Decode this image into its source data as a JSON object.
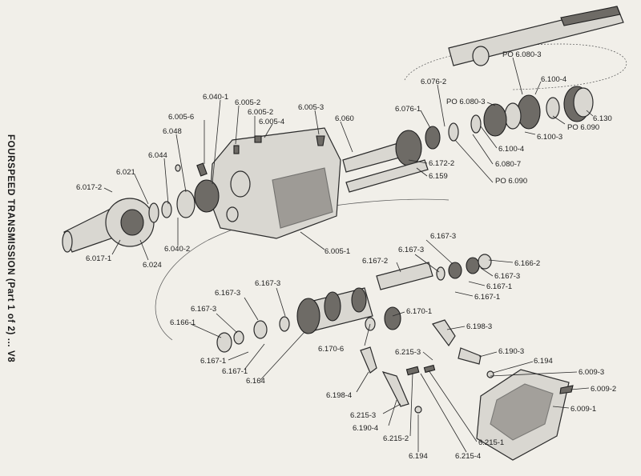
{
  "side_title": "FOURSPEED TRANSMISSION (Part 1 of 2) ... V8",
  "labels": {
    "l_6_017_2": "6.017-2",
    "l_6_021": "6.021",
    "l_6_044": "6.044",
    "l_6_048": "6.048",
    "l_6_005_6": "6.005-6",
    "l_6_040_1": "6.040-1",
    "l_6_005_2a": "6.005-2",
    "l_6_005_2b": "6.005-2",
    "l_6_005_4": "6.005-4",
    "l_6_005_3": "6.005-3",
    "l_6_060": "6.060",
    "l_6_076_1": "6.076-1",
    "l_6_076_2": "6.076-2",
    "l_po_6_080_3a": "PO 6.080-3",
    "l_po_6_080_3b": "PO 6.080-3",
    "l_6_100_4a": "6.100-4",
    "l_6_130": "6.130",
    "l_po_6_090a": "PO 6.090",
    "l_6_100_3": "6.100-3",
    "l_6_100_4b": "6.100-4",
    "l_6_080_7": "6.080-7",
    "l_po_6_090b": "PO 6.090",
    "l_6_172_2": "6.172-2",
    "l_6_159": "6.159",
    "l_6_017_1": "6.017-1",
    "l_6_024": "6.024",
    "l_6_040_2": "6.040-2",
    "l_6_005_1": "6.005-1",
    "l_6_167_3a": "6.167-3",
    "l_6_167_2": "6.167-2",
    "l_6_167_3b": "6.167-3",
    "l_6_166_2": "6.166-2",
    "l_6_167_3c": "6.167-3",
    "l_6_167_1a": "6.167-1",
    "l_6_167_1b": "6.167-1",
    "l_6_167_3d": "6.167-3",
    "l_6_167_3e": "6.167-3",
    "l_6_167_3f": "6.167-3",
    "l_6_170_1": "6.170-1",
    "l_6_166_1": "6.166-1",
    "l_6_198_3": "6.198-3",
    "l_6_170_6": "6.170-6",
    "l_6_190_3": "6.190-3",
    "l_6_215_3a": "6.215-3",
    "l_6_194a": "6.194",
    "l_6_167_1c": "6.167-1",
    "l_6_167_1d": "6.167-1",
    "l_6_009_3": "6.009-3",
    "l_6_164": "6.164",
    "l_6_009_2": "6.009-2",
    "l_6_198_4": "6.198-4",
    "l_6_009_1": "6.009-1",
    "l_6_215_3b": "6.215-3",
    "l_6_190_4": "6.190-4",
    "l_6_215_2": "6.215-2",
    "l_6_215_1": "6.215-1",
    "l_6_194b": "6.194",
    "l_6_215_4": "6.215-4"
  }
}
